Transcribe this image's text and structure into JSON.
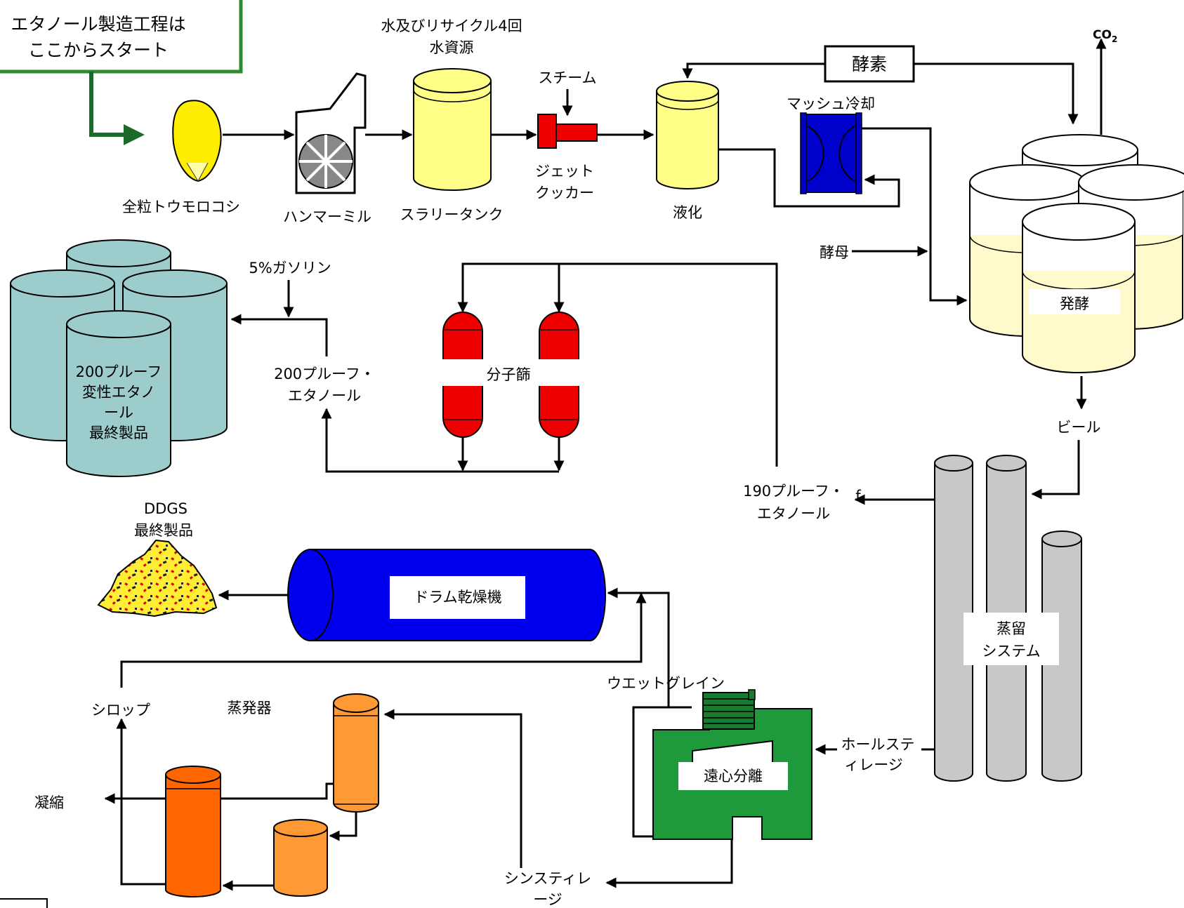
{
  "start_box": {
    "line1": "エタノール製造工程は",
    "line2": "ここからスタート"
  },
  "labels": {
    "corn": "全粒トウモロコシ",
    "hammer_mill": "ハンマーミル",
    "water_line1": "水及びリサイクル4回",
    "water_line2": "水資源",
    "slurry_tank": "スラリータンク",
    "steam": "スチーム",
    "jet_cooker_line1": "ジェット",
    "jet_cooker_line2": "クッカー",
    "liquefaction": "液化",
    "enzyme": "酵素",
    "mash_cooling": "マッシュ冷却",
    "co2_main": "CO",
    "co2_sub": "2",
    "yeast": "酵母",
    "fermentation": "発酵",
    "beer": "ビール",
    "distillation_line1": "蒸留",
    "distillation_line2": "システム",
    "ethanol190_line1": "190プルーフ・",
    "ethanol190_line2": "エタノール",
    "ethanol190_extra": "f",
    "mol_sieve": "分子篩",
    "ethanol200_line1": "200プルーフ・",
    "ethanol200_line2": "エタノール",
    "gasoline": "5%ガソリン",
    "product_line1": "200プルーフ",
    "product_line2": "変性エタノ",
    "product_line3": "ール",
    "product_line4": "最終製品",
    "ddgs_line1": "DDGS",
    "ddgs_line2": "最終製品",
    "drum_dryer": "ドラム乾燥機",
    "wet_grain": "ウエットグレイン",
    "whole_stillage_line1": "ホールステ",
    "whole_stillage_line2": "ィレージ",
    "centrifuge": "遠心分離",
    "thin_stillage_line1": "シンスティレ",
    "thin_stillage_line2": "ージ",
    "syrup": "シロップ",
    "evaporator": "蒸発器",
    "condensate": "凝縮"
  },
  "colors": {
    "start_border": "#2e8b2e",
    "corn": "#ffee00",
    "tank_yellow": "#ffff88",
    "jet_red": "#ee0000",
    "mash_blue": "#0000cc",
    "fermenter_fill": "#fffacc",
    "storage_teal": "#9ccccc",
    "sieve_red": "#ee0000",
    "dryer_blue": "#0000ee",
    "centrifuge_green": "#1e9a3c",
    "column_gray": "#c8c8c8",
    "evap_orange": "#ff6600",
    "evap_light_orange": "#ff9933"
  }
}
